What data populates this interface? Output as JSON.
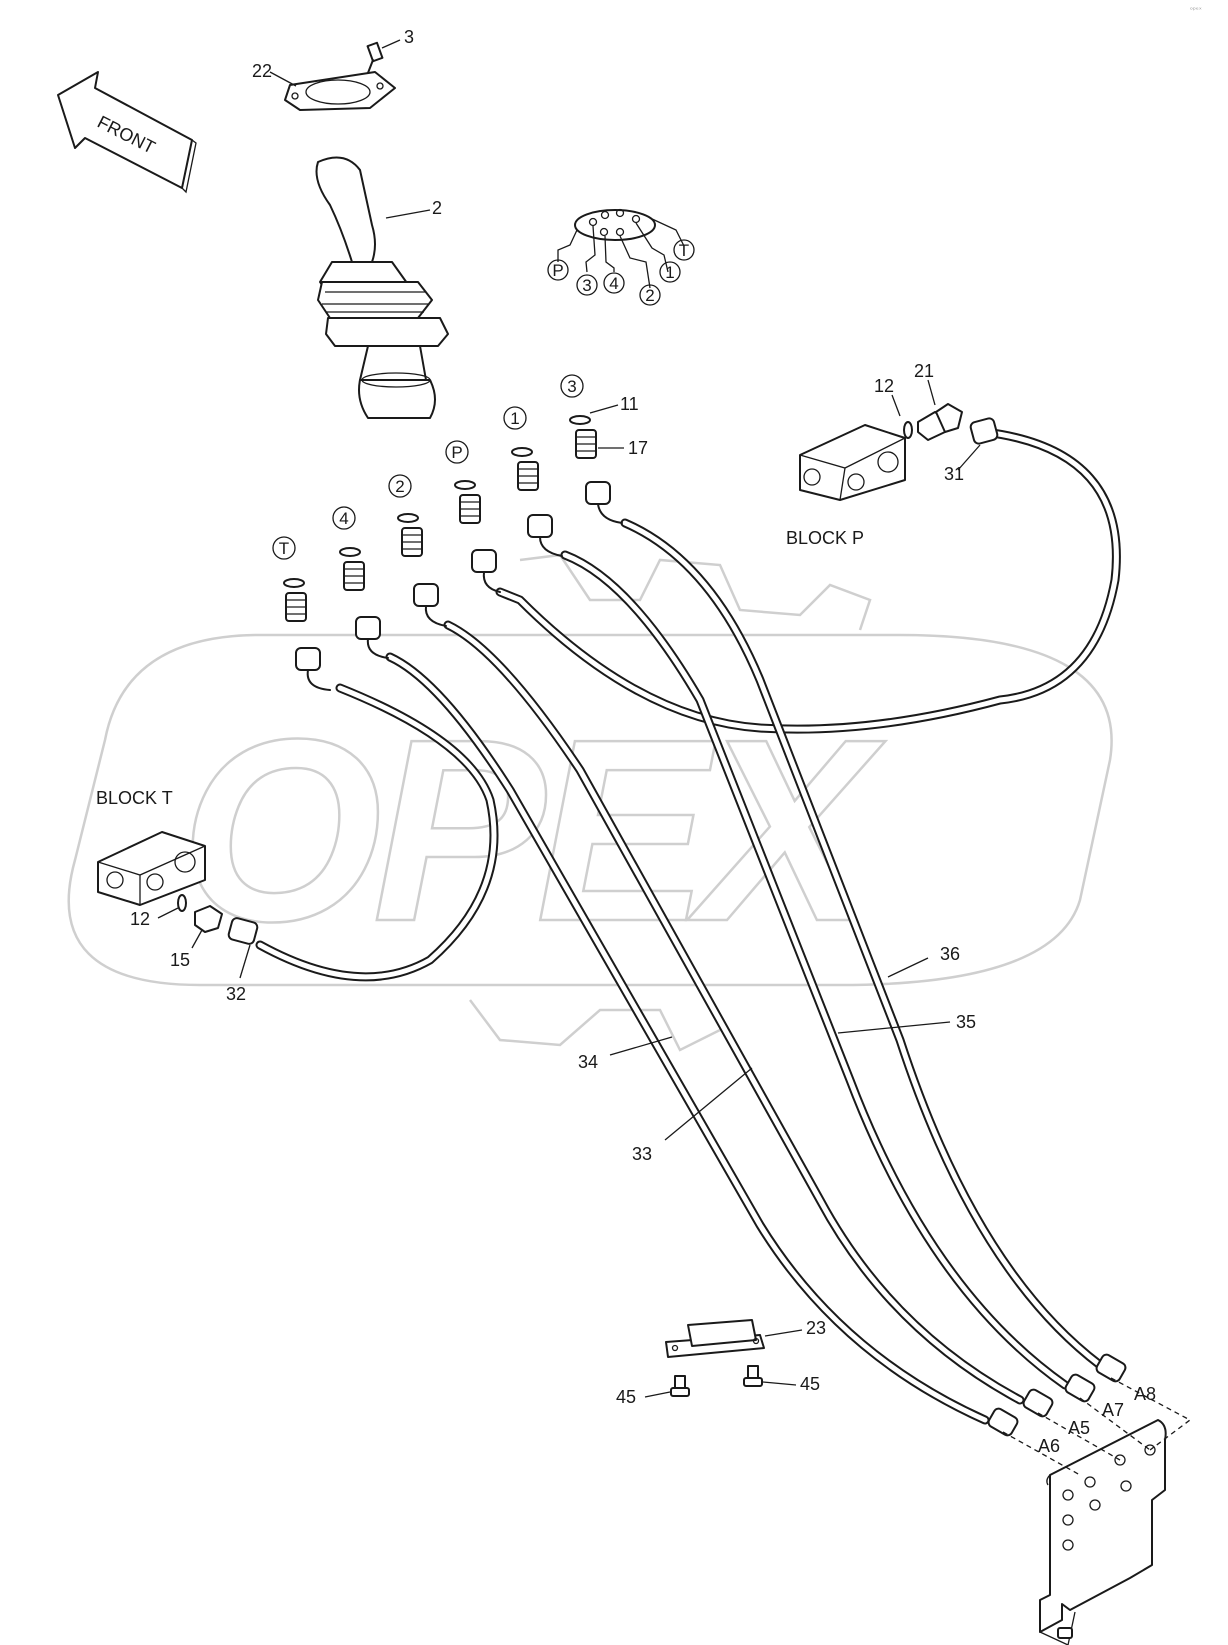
{
  "front_label": "FRONT",
  "block_p_label": "BLOCK  P",
  "block_t_label": "BLOCK  T",
  "watermark": "OPEX",
  "corner_mark": "ᵒᵖᵉˣ",
  "part_numbers": {
    "p2": "2",
    "p3": "3",
    "p11": "11",
    "p12a": "12",
    "p12b": "12",
    "p15": "15",
    "p17": "17",
    "p21": "21",
    "p22": "22",
    "p23": "23",
    "p31": "31",
    "p32": "32",
    "p33": "33",
    "p34": "34",
    "p35": "35",
    "p36": "36",
    "p45a": "45",
    "p45b": "45"
  },
  "port_labels": {
    "A5": "A5",
    "A6": "A6",
    "A7": "A7",
    "A8": "A8"
  },
  "pin_legend": [
    "P",
    "3",
    "4",
    "2",
    "1",
    "T"
  ],
  "circled_ports": [
    "T",
    "4",
    "2",
    "P",
    "1",
    "3"
  ]
}
